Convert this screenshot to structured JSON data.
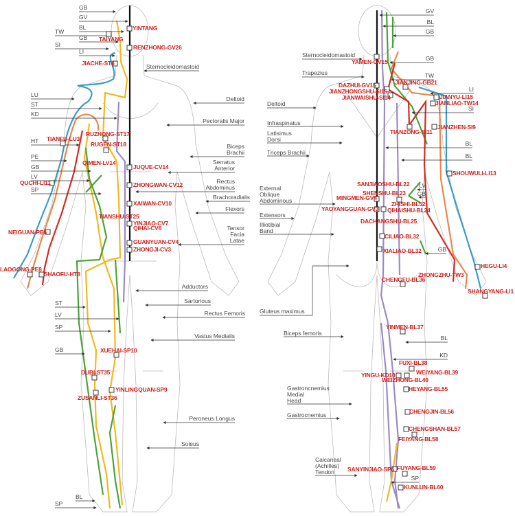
{
  "colors": {
    "lung_large_intestine": "#3a9cc8",
    "pericardium_triple_warmer": "#e8874a",
    "heart_small_intestine": "#d42a1f",
    "stomach_spleen": "#f2b81f",
    "gallbladder_liver": "#4aa33a",
    "kidney_bladder": "#9b8ac4",
    "governing_conception": "#111111",
    "point_label": "#d0211c"
  },
  "front": {
    "meridians": [
      "GB",
      "GV",
      "BL",
      "TW",
      "GB",
      "SI",
      "LI",
      "LU",
      "ST",
      "KD",
      "HT",
      "PE",
      "GB",
      "LV",
      "SP",
      "ST",
      "LV",
      "SP",
      "GB",
      "BL",
      "SP"
    ],
    "muscles": [
      "Sternocleidomastoid",
      "Deltoid",
      "Pectoralis Major",
      "Biceps\nBrachii",
      "Serratus\nAnterior",
      "Rectus\nAbdominus",
      "Brachoradialis",
      "Flexors",
      "Tensor\nFacia\nLatae",
      "Adductors",
      "Sartorious",
      "Rectus Femoris",
      "Vastus Medialis",
      "Peroneus Longus",
      "Soleus"
    ],
    "points": [
      "YINTANG",
      "TAIYANG",
      "RENZHONG-GV26",
      "JIACHE-ST6",
      "RUZHONG-ST17",
      "TIANFU-LU3",
      "RUGEN-ST18",
      "QIMEN-LV14",
      "JUQUE-CV14",
      "QUCHI-LI11",
      "ZHONGWAN-CV12",
      "XAIWAN-CV10",
      "TIANSHU-ST25",
      "YINJIAO-CV7",
      "QIHAI-CV6",
      "NEIGUAN-PE6",
      "GUANYUAN-CV4",
      "ZHONGJI-CV3",
      "LAOGONG-PE8",
      "SHAOFU-HT8",
      "XUEHAI-SP10",
      "DUBI-ST35",
      "YINLINGQUAN-SP9",
      "ZUSANLI-ST36"
    ]
  },
  "back": {
    "meridians": [
      "GV",
      "BL",
      "GB",
      "GB",
      "TW",
      "LI",
      "SI",
      "BL",
      "BL",
      "LV",
      "GB",
      "GB",
      "BL",
      "KD",
      "SP"
    ],
    "muscles": [
      "Sternocleidomastoid",
      "Trapezius",
      "Deltoid",
      "Infraspinatus",
      "Latisimus\nDorsi",
      "Triceps Brachii",
      "External\nOblique\nAbdominous",
      "Extensors",
      "Illiotibial\nBand",
      "Gluteus maximus",
      "Biceps femoris",
      "Gastroncnemius\nMedial\nHead",
      "Gastrocnemius",
      "Calcaneal\n(Achilles)\nTendon"
    ],
    "points": [
      "YAMEN-GV15",
      "JIANJING-GB21",
      "DAZHUI-GV15",
      "JIANZHONGSHU-SI15",
      "JIANYU-LI15",
      "JIANWAISHU-SI14",
      "JIANLIAO-TW14",
      "TIANZONG-SI11",
      "JIANZHEN-SI9",
      "SHOUWULI-LI13",
      "SANJIAOSHU-BL22",
      "SHENSHU-BL23",
      "MINGMEN-GV4",
      "ZHISHI-BL52",
      "YAOYANGGUAN-GV3",
      "QIHAISHU-BL24",
      "DACHANGSHU-BL25",
      "CILIAO-BL32",
      "XIALIAO-BL32",
      "HEGU-LI4",
      "ZHONGZHU-TW3",
      "CHENGFU-BL36",
      "SHANGYANG-LI1",
      "YINMEN-BL37",
      "FUXI-BL38",
      "WEIYANG-BL39",
      "YINGU-KD10",
      "WEIZHONG-BL40",
      "HEYANG-BL55",
      "CHENGJIN-BL56",
      "CHENGSHAN-BL57",
      "FEIYANG-BL58",
      "SANYINJIAO-SP6",
      "FUYANG-BL59",
      "KUNLUN-BL60"
    ]
  }
}
